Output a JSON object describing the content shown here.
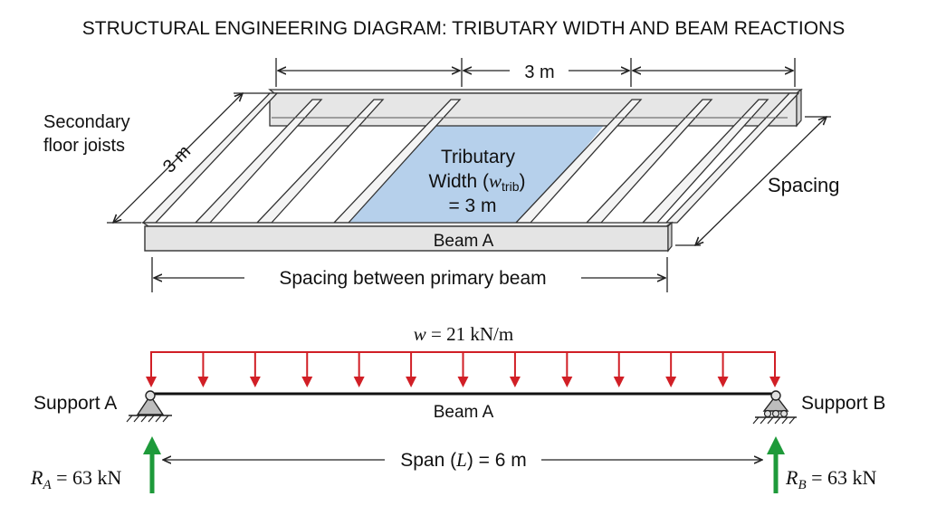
{
  "title": "STRUCTURAL ENGINEERING DIAGRAM: TRIBUTARY WIDTH AND BEAM REACTIONS",
  "floor_plan": {
    "secondary_label_line1": "Secondary",
    "secondary_label_line2": "floor joists",
    "top_dimension": "3 m",
    "side_dimension": "3 m",
    "tributary_line1": "Tributary",
    "tributary_line2_prefix": "Width (",
    "tributary_symbol": "w",
    "tributary_subscript": "trib",
    "tributary_line2_suffix": ")",
    "tributary_line3": "= 3 m",
    "spacing_label": "Spacing",
    "beam_label": "Beam A",
    "bottom_dimension": "Spacing between primary beam"
  },
  "beam_diagram": {
    "load_symbol": "w",
    "load_value": " = 21 kN/m",
    "beam_label": "Beam A",
    "support_a": "Support A",
    "support_b": "Support B",
    "span_prefix": "Span (",
    "span_symbol": "L",
    "span_suffix": ") = 6 m",
    "reaction_a_symbol": "R",
    "reaction_a_sub": "A",
    "reaction_a_value": " = 63 kN",
    "reaction_b_symbol": "R",
    "reaction_b_sub": "B",
    "reaction_b_value": " = 63 kN",
    "load_arrow_count": 13
  },
  "colors": {
    "tributary_fill": "#a9c8e8",
    "load_arrow": "#d11f26",
    "reaction_arrow": "#1e9a3a",
    "structure": "#222222"
  }
}
